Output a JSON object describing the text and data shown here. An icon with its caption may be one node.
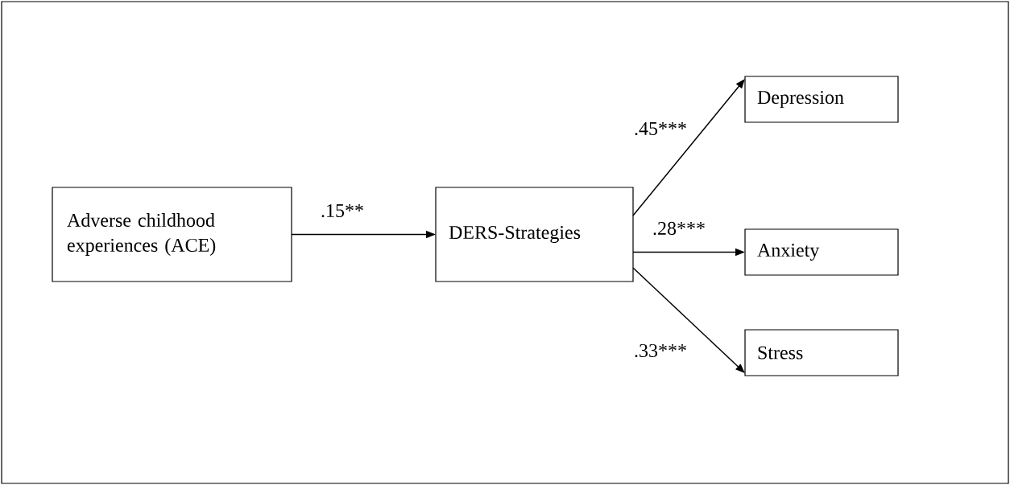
{
  "diagram": {
    "nodes": [
      {
        "text": [
          "Adverse childhood experiences (ACE)"
        ]
      },
      {
        "text": [
          "DERS-Strategies"
        ]
      },
      {
        "text": [
          "Depression"
        ]
      },
      {
        "text": [
          "Anxiety"
        ]
      },
      {
        "text": [
          "Stress"
        ]
      }
    ],
    "edges": [
      {
        "from": 0,
        "to": 1,
        "arrow": "to",
        "label": ".15**"
      },
      {
        "from": 1,
        "to": 2,
        "arrow": "to",
        "label": ".45***"
      },
      {
        "from": 1,
        "to": 3,
        "arrow": "to",
        "label": ".28***"
      },
      {
        "from": 1,
        "to": 4,
        "arrow": "to",
        "label": ".33***"
      }
    ]
  }
}
